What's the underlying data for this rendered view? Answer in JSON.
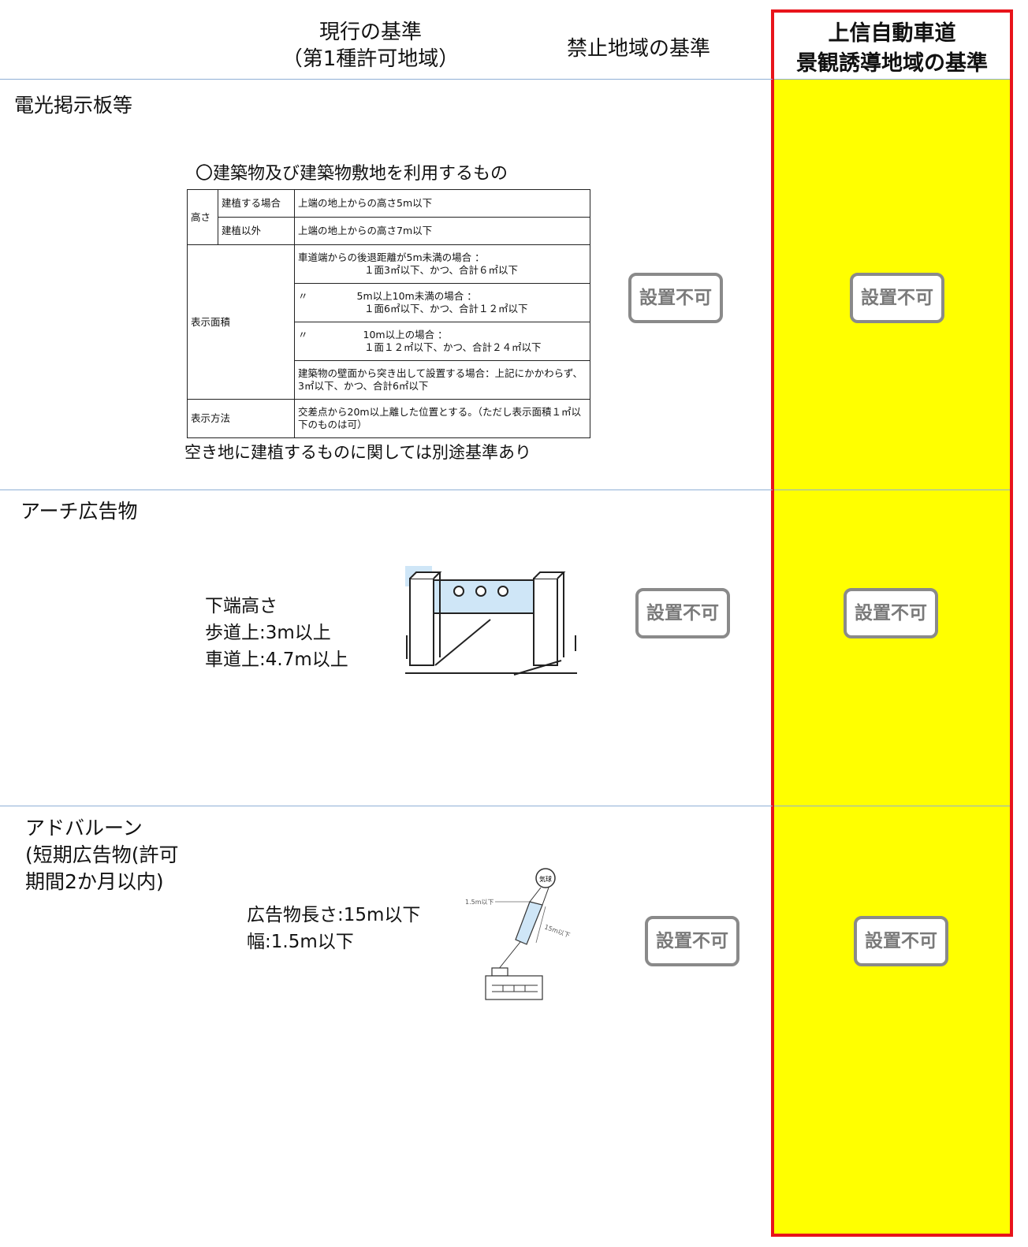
{
  "header": {
    "col_current_line1": "現行の基準",
    "col_current_line2": "（第1種許可地域）",
    "col_prohibited": "禁止地域の基準",
    "col_joshin_line1": "上信自動車道",
    "col_joshin_line2": "景観誘導地域の基準"
  },
  "sections": {
    "electric": {
      "title": "電光掲示板等",
      "table_caption": "〇建築物及び建築物敷地を利用するもの",
      "rows": {
        "height_label": "高さ",
        "h1_label": "建植する場合",
        "h1_value": "上端の地上からの高さ5m以下",
        "h2_label": "建植以外",
        "h2_value": "上端の地上からの高さ7m以下",
        "area_label": "表示面積",
        "a1_line1": "車道端からの後退距離が5m未満の場合 ：",
        "a1_line2": "１面3㎡以下、かつ、合計６㎡以下",
        "a2_mark": "〃",
        "a2_line1": "5m以上10m未満の場合 ：",
        "a2_line2": "１面6㎡以下、かつ、合計１２㎡以下",
        "a3_mark": "〃",
        "a3_line1": "10m以上の場合 ：",
        "a3_line2": "１面１２㎡以下、かつ、合計２４㎡以下",
        "a4_text": "建築物の壁面から突き出して設置する場合：上記にかかわらず、3㎡以下、かつ、合計6㎡以下",
        "method_label": "表示方法",
        "method_value": "交差点から20m以上離した位置とする。（ただし表示面積１㎡以下のものは可）"
      },
      "note": "空き地に建植するものに関しては別途基準あり"
    },
    "arch": {
      "title": "アーチ広告物",
      "line1": "下端高さ",
      "line2": "歩道上:3m以上",
      "line3": "車道上:4.7m以上"
    },
    "balloon": {
      "title_line1": "アドバルーン",
      "title_line2": "(短期広告物(許可",
      "title_line3": "期間2か月以内)",
      "line1": "広告物長さ:15m以下",
      "line2": "幅:1.5m以下",
      "fig_balloon": "気球",
      "fig_width": "1.5m以下",
      "fig_length": "15m以下"
    }
  },
  "badge_text": "設置不可",
  "colors": {
    "highlight_fill": "#ffff00",
    "highlight_border": "#e8141b",
    "divider": "#8fb0d6",
    "badge": "#8a8a8a"
  }
}
